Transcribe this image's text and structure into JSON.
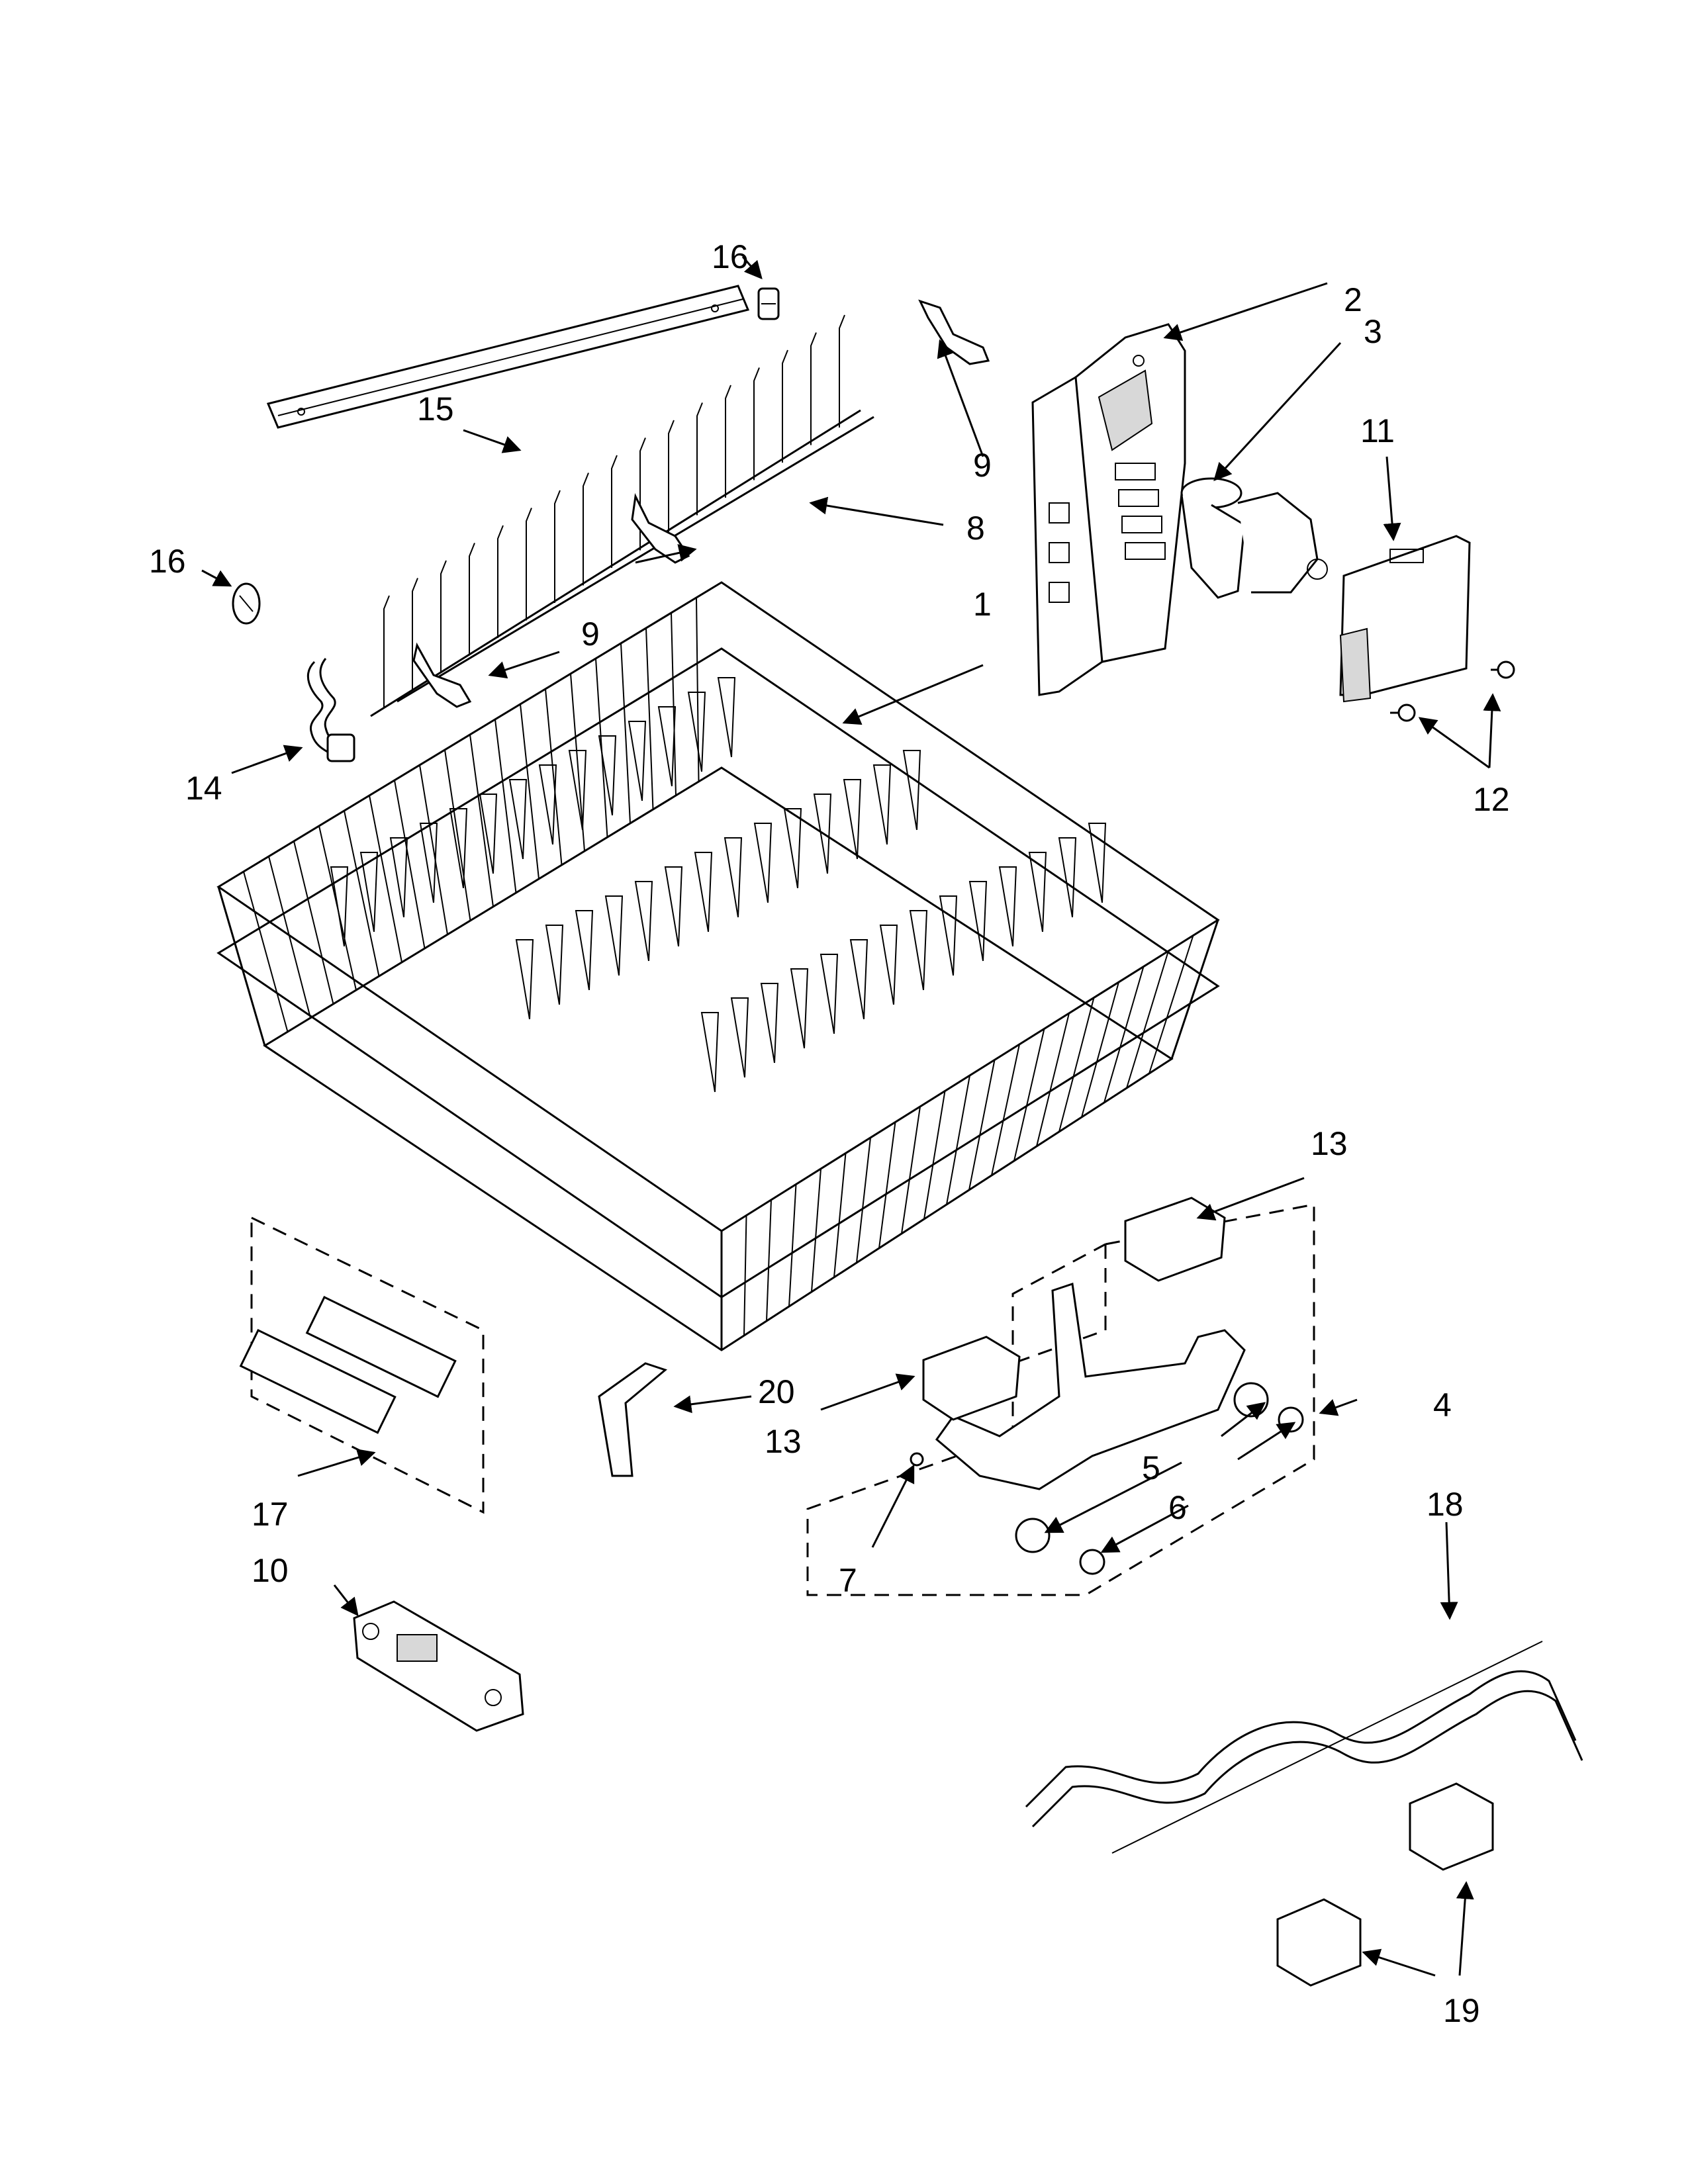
{
  "callouts": {
    "c1": "1",
    "c2": "2",
    "c3": "3",
    "c4": "4",
    "c5": "5",
    "c6": "6",
    "c7": "7",
    "c8": "8",
    "c9a": "9",
    "c9b": "9",
    "c10": "10",
    "c11": "11",
    "c12": "12",
    "c13a": "13",
    "c13b": "13",
    "c14": "14",
    "c15": "15",
    "c16a": "16",
    "c16b": "16",
    "c17": "17",
    "c18": "18",
    "c19": "19",
    "c20": "20"
  }
}
